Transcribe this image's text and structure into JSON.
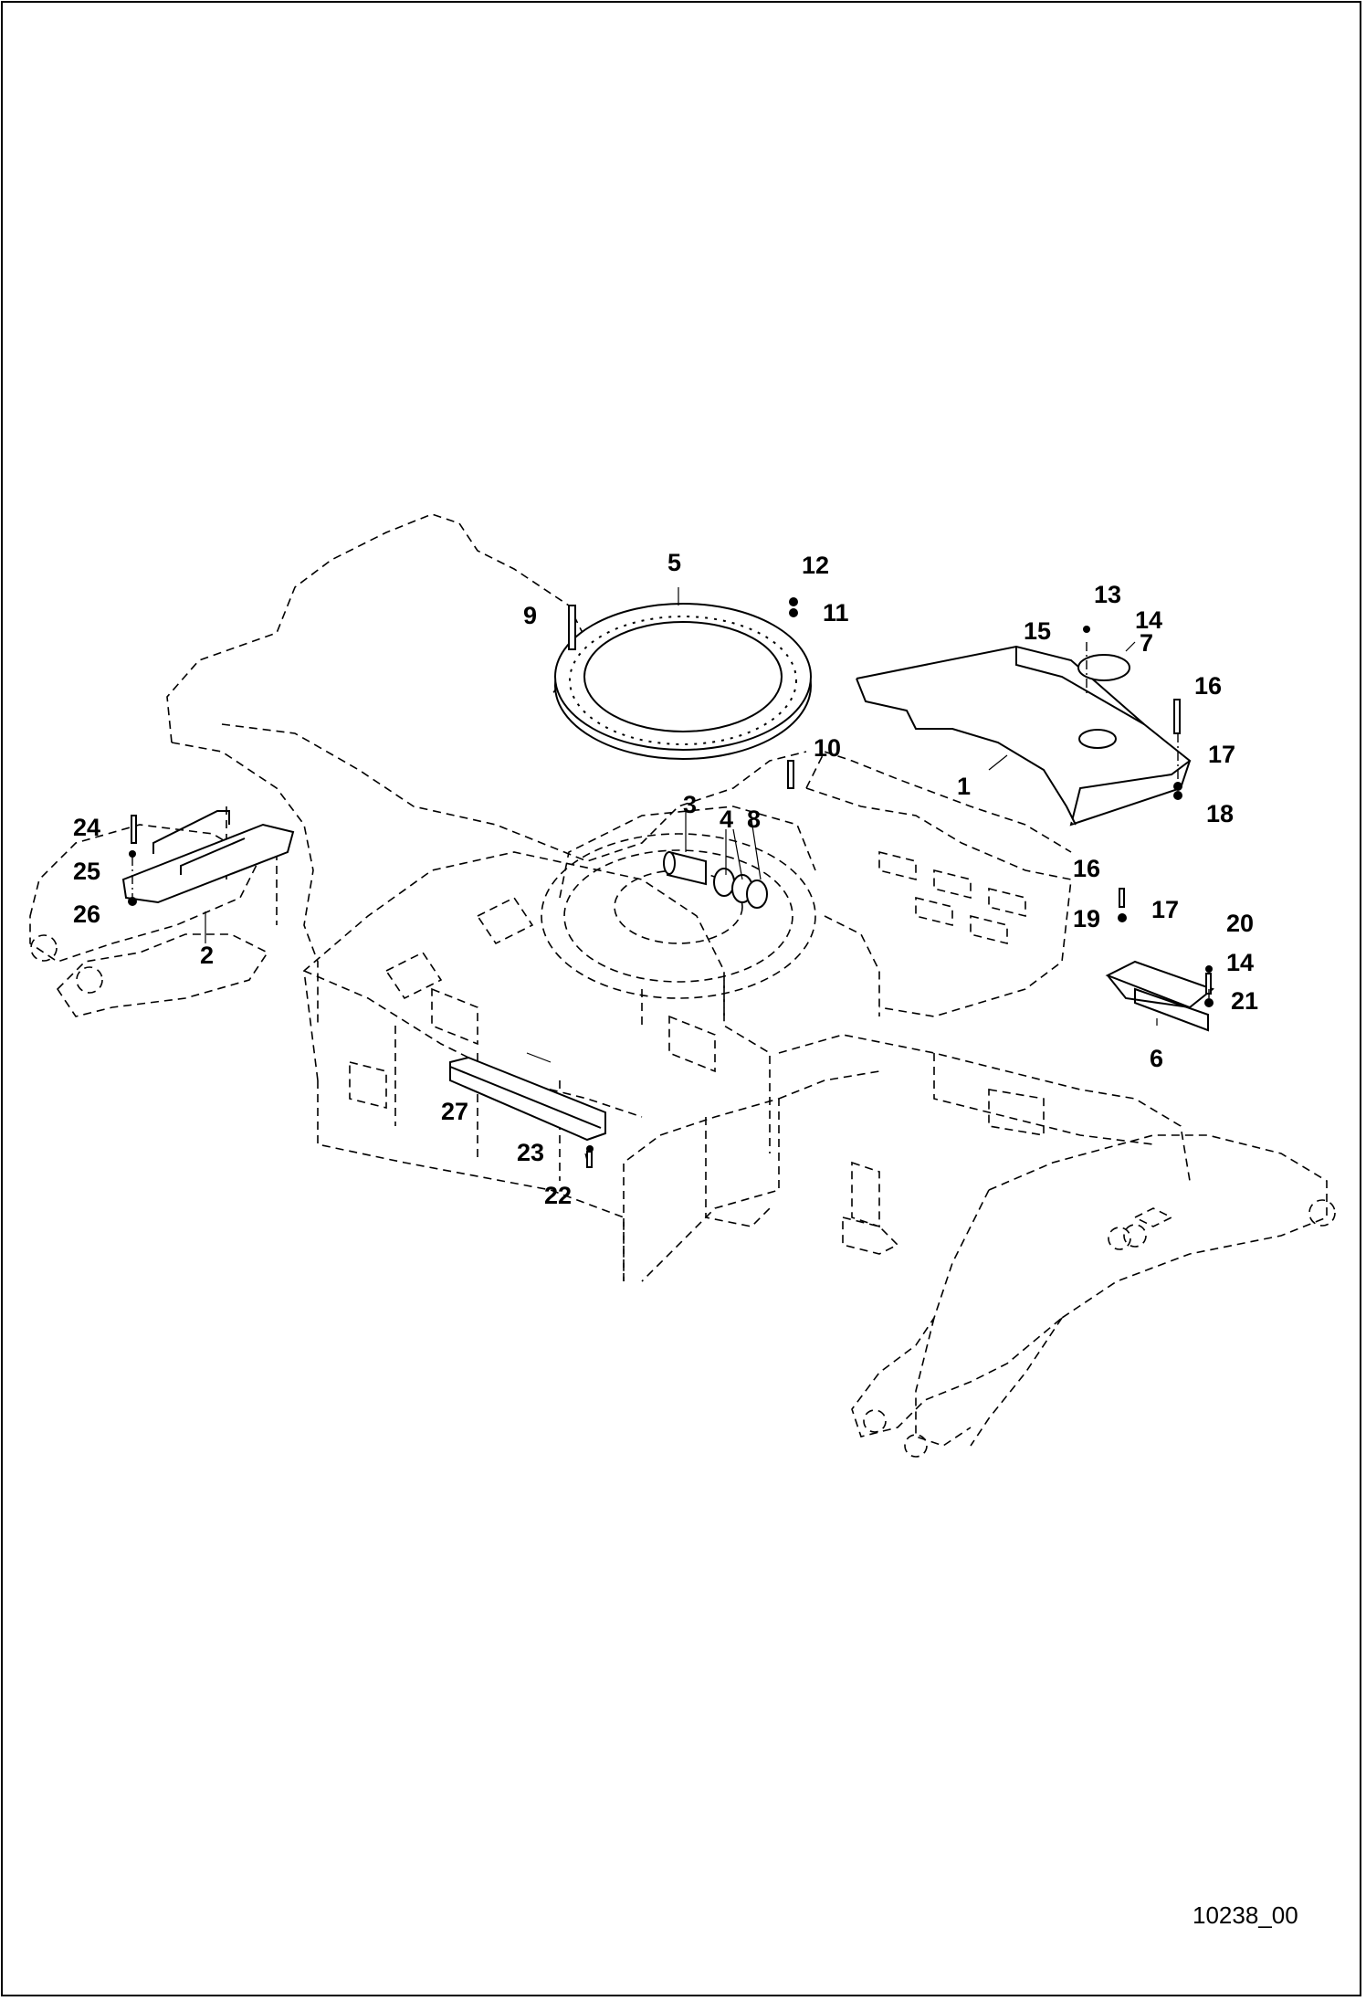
{
  "drawing": {
    "id": "10238_00",
    "callouts": {
      "c1": "1",
      "c2": "2",
      "c3": "3",
      "c4": "4",
      "c5": "5",
      "c6": "6",
      "c7": "7",
      "c8": "8",
      "c9": "9",
      "c10": "10",
      "c11": "11",
      "c12": "12",
      "c13": "13",
      "c14a": "14",
      "c14b": "14",
      "c15": "15",
      "c16a": "16",
      "c16b": "16",
      "c17a": "17",
      "c17b": "17",
      "c18": "18",
      "c19": "19",
      "c20": "20",
      "c21": "21",
      "c22": "22",
      "c23": "23",
      "c24": "24",
      "c25": "25",
      "c26": "26",
      "c27": "27"
    }
  }
}
